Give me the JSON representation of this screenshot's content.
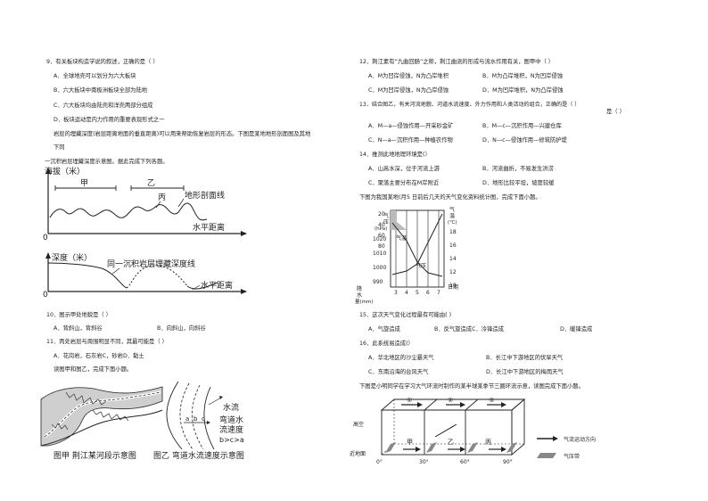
{
  "left": {
    "q9": {
      "stem": "9．有关板块构造学说的叙述，正确的是（    ）",
      "A": "A．全球地壳可以划分为六大板块",
      "B": "B．六大板块中南极洲板块全部为陆地",
      "C": "C．六大板块均由陆壳和洋壳两部分组成",
      "D": "D．板块运动是内力作用的重要表现形式之一"
    },
    "intro": {
      "line1": "岩层的埋藏深度(岩层距离地面的垂直距离)可以用来帮助恢复岩层的形态。下图是某地地形剖面图及其地",
      "line2": "下同",
      "line3": "一沉积岩层埋藏深度示意图。据此完成下列各题。"
    },
    "fig1": {
      "ylabel": "海拔（米）",
      "jia": "甲",
      "yi": "乙",
      "bing": "丙",
      "curve_label": "地形剖面线",
      "xlabel": "水平距离",
      "origin": "0"
    },
    "fig2": {
      "ylabel": "深度（米）",
      "curve_label": "同一沉积岩层埋藏深度线",
      "xlabel": "水平距离",
      "origin": "0"
    },
    "q10": {
      "stem": "10．图示甲处地貌是（    ）",
      "A": "A．背斜山，背斜谷",
      "B": "B．向斜山，向斜谷"
    },
    "q11": {
      "stem": "11．丙处岩层与周围明显不同，其最可能是（    ）",
      "options": "A．花岗岩，石灰岩C，砂岩D．黏土"
    },
    "intro2": "读图甲和图乙，完成下面小题。",
    "figA": {
      "caption": "图甲  荆江某河段示意图"
    },
    "figB": {
      "caption": "图乙  弯道水流速度示意图",
      "a": "a",
      "b": "b",
      "c": "c",
      "label1": "水流",
      "label2": "弯道水",
      "label3": "流速度",
      "label4": "b>c>a"
    }
  },
  "right": {
    "q12": {
      "stem": "12．荆江素有“九曲回肠”之称，荆江曲流的形成与流水作用有关，图甲中（    ）",
      "A": "A．M为凹岸侵蚀，N为凸岸堆积",
      "B": "B．M为凸岸堆积，N为凹岸侵蚀",
      "C": "C．M为凹岸侵蚀，N为凸岸侵蚀",
      "D": "D．M为凹岸堆积，N为凸岸侵蚀"
    },
    "q13": {
      "stem": "13．结合图乙，有关河流地貌、河道水流速度、外力作用和人类活动的组合，正确的是（    ）",
      "stem_end": "是（    ）",
      "A": "A．M—a—侵蚀作用—开采砂金矿",
      "B": "B．M—c—沉积作用—兴建仓库",
      "C": "C．N—a—沉积作用—种植农作物",
      "D": "D．N—c—侵蚀作用—修筑防护堤"
    },
    "q14": {
      "stem": "14．推测此地地理环境是(）",
      "A": "A．山高水深，位于河流上游",
      "B": "B．河流曲折，不易发生洪涝",
      "C": "C．聚落主要分布在M岸附近",
      "D": "D．地形比较平坦，坡度较缓"
    },
    "intro3": "下图为我国某地(月5  日前后几天的天气变化资料统计图，完成下面小题。",
    "weather_chart": {
      "left_axis_title": [
        "气",
        "压",
        "(hPa)"
      ],
      "right_axis_title": [
        "气",
        "温",
        "(℃)"
      ],
      "bottom_left_title": [
        "降",
        "水",
        "量(mm)"
      ],
      "xlabel": "日期",
      "pressure_ticks": [
        "1020",
        "1010",
        "1000",
        "990"
      ],
      "precip_ticks": [
        "20",
        "40",
        "60",
        "80"
      ],
      "temp_ticks": [
        "18",
        "16",
        "14",
        "12",
        "10"
      ],
      "x_ticks": [
        "3",
        "4",
        "5",
        "6",
        "7"
      ],
      "temp_series_label": "气温",
      "pressure_series_label": "气压"
    },
    "q15": {
      "stem": "15．这次天气变化过程最有可能由(     )",
      "A": "A．气旋造成",
      "B": "B．反气旋造成C．冷锋造成",
      "D": "D．暖锋造成"
    },
    "q16": {
      "stem": "16．此系统易造成(）",
      "A": "A．华北地区的沙尘暴天气",
      "B": "B．长江中下游地区的伏旱天气",
      "C": "C．东南沿海的台风天气",
      "D": "D．长江中下游地区的梅雨天气"
    },
    "intro4": "下图是小明同学在学习大气环流时制作的某半球某季节三圈环流示意，读图完成下面小题。",
    "circulation": {
      "high": "高空",
      "ground": "近地面",
      "jia": "甲",
      "yi": "乙",
      "bing": "丙",
      "c1": "①",
      "c2": "②",
      "c3": "③",
      "lat0": "0°",
      "lat30": "30°",
      "lat60": "60°",
      "lat90": "90°",
      "legend_arrow": "气流运动方向",
      "legend_belt": "气压带"
    }
  }
}
